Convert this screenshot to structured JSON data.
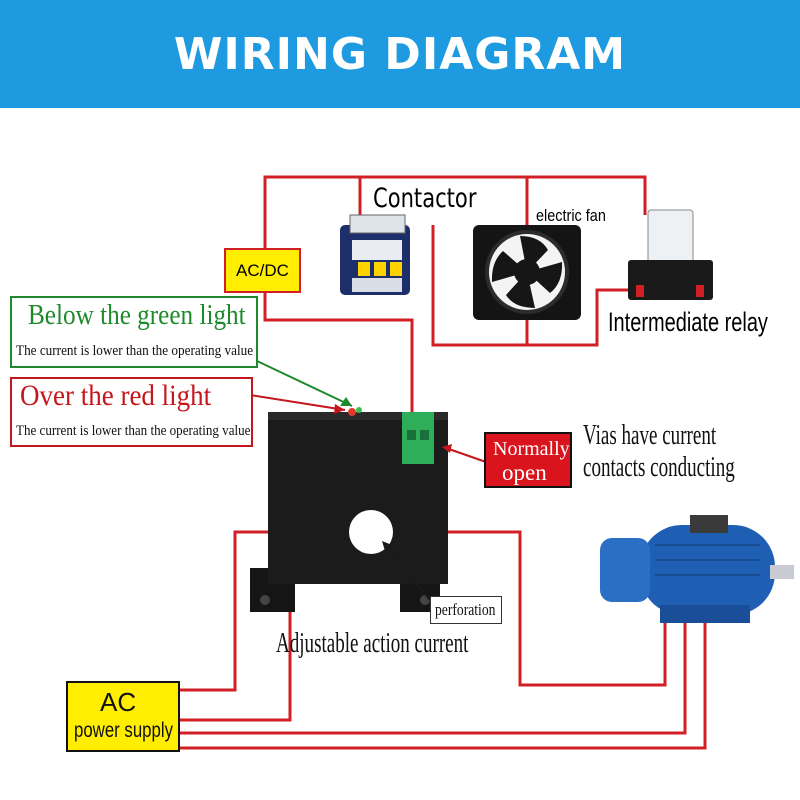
{
  "header": {
    "title": "WIRING DIAGRAM"
  },
  "labels": {
    "contactor": "Contactor",
    "electric_fan": "electric fan",
    "intermediate_relay": "Intermediate relay",
    "ac_dc": "AC/DC",
    "green_title": "Below the green light",
    "green_desc": "The current is lower than the operating value",
    "red_title": "Over the red light",
    "red_desc": "The current is lower than the operating value",
    "normally": "Normally",
    "open": "open",
    "vias_line1": "Vias have current",
    "vias_line2": "contacts conducting",
    "perforation": "perforation",
    "adjustable": "Adjustable action current",
    "ac": "AC",
    "power_supply": "power supply"
  },
  "colors": {
    "banner": "#1e9be0",
    "wire": "#d21f26",
    "green": "#1f8a2c",
    "red_label": "#c4161c",
    "ac_box_fill": "#ffee00",
    "normally_open_fill": "#d9141c",
    "motor": "#1f5fb3"
  }
}
